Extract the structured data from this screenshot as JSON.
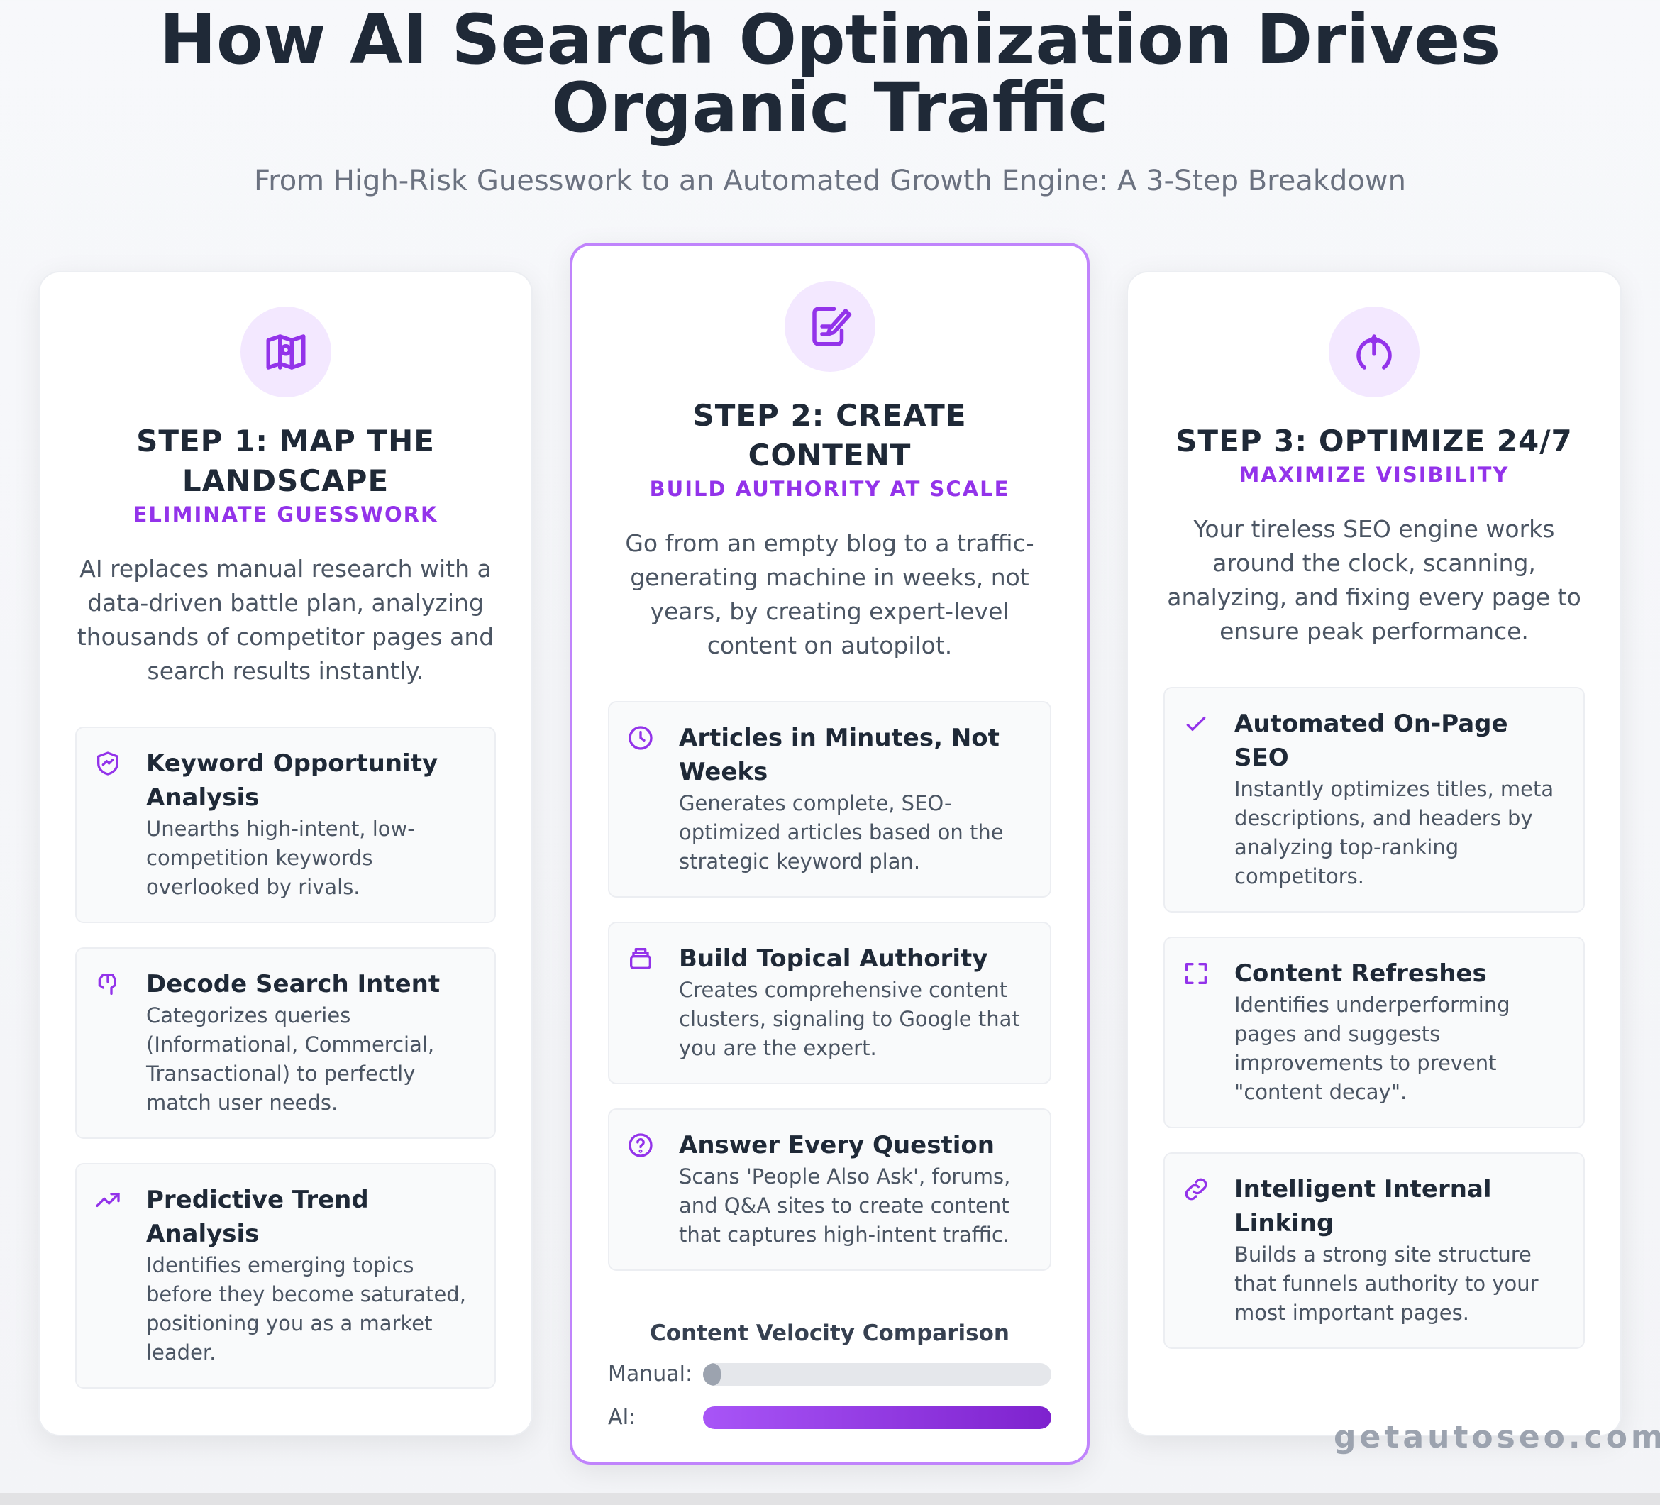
{
  "header": {
    "title_line1": "How AI Search Optimization Drives",
    "title_line2": "Organic Traffic",
    "subtitle": "From High-Risk Guesswork to an Automated Growth Engine: A 3-Step Breakdown"
  },
  "accent": "#9333ea",
  "steps": [
    {
      "icon": "map-icon",
      "title": "STEP 1: MAP THE LANDSCAPE",
      "subtitle": "ELIMINATE GUESSWORK",
      "description": "AI replaces manual research with a data-driven battle plan, analyzing thousands of competitor pages and search results instantly.",
      "features": [
        {
          "icon": "shield-icon",
          "title": "Keyword Opportunity Analysis",
          "text": "Unearths high-intent, low-competition keywords overlooked by rivals."
        },
        {
          "icon": "brain-icon",
          "title": "Decode Search Intent",
          "text": "Categorizes queries (Informational, Commercial, Transactional) to perfectly match user needs."
        },
        {
          "icon": "trend-up-icon",
          "title": "Predictive Trend Analysis",
          "text": "Identifies emerging topics before they become saturated, positioning you as a market leader."
        }
      ]
    },
    {
      "icon": "edit-document-icon",
      "title": "STEP 2: CREATE CONTENT",
      "subtitle": "BUILD AUTHORITY AT SCALE",
      "description": "Go from an empty blog to a traffic-generating machine in weeks, not years, by creating expert-level content on autopilot.",
      "features": [
        {
          "icon": "clock-icon",
          "title": "Articles in Minutes, Not Weeks",
          "text": "Generates complete, SEO-optimized articles based on the strategic keyword plan."
        },
        {
          "icon": "layers-icon",
          "title": "Build Topical Authority",
          "text": "Creates comprehensive content clusters, signaling to Google that you are the expert."
        },
        {
          "icon": "question-icon",
          "title": "Answer Every Question",
          "text": "Scans 'People Also Ask', forums, and Q&A sites to create content that captures high-intent traffic."
        }
      ]
    },
    {
      "icon": "gauge-icon",
      "title": "STEP 3: OPTIMIZE 24/7",
      "subtitle": "MAXIMIZE VISIBILITY",
      "description": "Your tireless SEO engine works around the clock, scanning, analyzing, and fixing every page to ensure peak performance.",
      "features": [
        {
          "icon": "check-icon",
          "title": "Automated On-Page SEO",
          "text": "Instantly optimizes titles, meta descriptions, and headers by analyzing top-ranking competitors."
        },
        {
          "icon": "refresh-frame-icon",
          "title": "Content Refreshes",
          "text": "Identifies underperforming pages and suggests improvements to prevent \"content decay\"."
        },
        {
          "icon": "link-icon",
          "title": "Intelligent Internal Linking",
          "text": "Builds a strong site structure that funnels authority to your most important pages."
        }
      ]
    }
  ],
  "velocity": {
    "title": "Content Velocity Comparison",
    "bars": [
      {
        "label": "Manual:",
        "percent": 5,
        "color": "#9ca3af"
      },
      {
        "label": "AI:",
        "percent": 100,
        "color": "#7e22ce"
      }
    ]
  },
  "watermark": "getautoseo.com"
}
